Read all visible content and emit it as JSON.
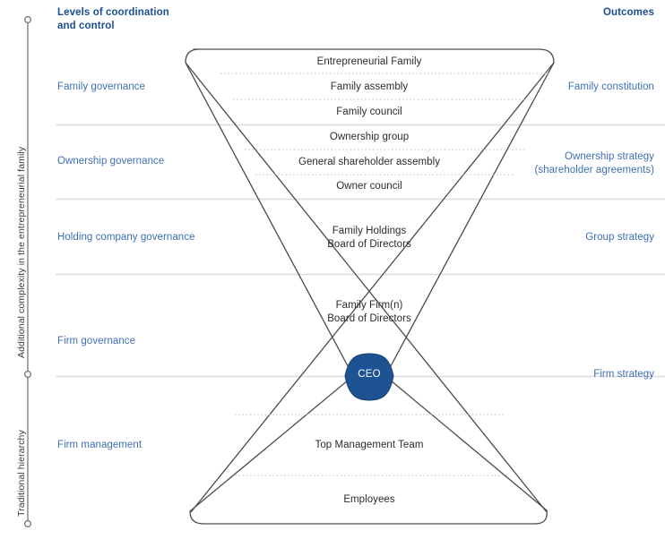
{
  "headers": {
    "left": "Levels of coordination\nand control",
    "left_line1": "Levels of coordination",
    "left_line2": "and control",
    "right": "Outcomes"
  },
  "axis": {
    "upper_label": "Additional complexity in the entrepreneurial family",
    "lower_label": "Traditional hierarchy",
    "marker_count": 3
  },
  "levels": [
    {
      "id": "family-governance",
      "left_label": "Family governance",
      "right_label": "Family constitution",
      "right_label_line2": ""
    },
    {
      "id": "ownership-governance",
      "left_label": "Ownership governance",
      "right_label": "Ownership strategy",
      "right_label_line2": "(shareholder agreements)"
    },
    {
      "id": "holding-company-governance",
      "left_label": "Holding company governance",
      "right_label": "Group strategy",
      "right_label_line2": ""
    },
    {
      "id": "firm-governance",
      "left_label": "Firm governance",
      "right_label": "Firm strategy",
      "right_label_line2": ""
    },
    {
      "id": "firm-management",
      "left_label": "Firm management",
      "right_label": "",
      "right_label_line2": ""
    }
  ],
  "nodes": [
    {
      "id": "entrepreneurial-family",
      "line1": "Entrepreneurial Family",
      "line2": ""
    },
    {
      "id": "family-assembly",
      "line1": "Family assembly",
      "line2": ""
    },
    {
      "id": "family-council",
      "line1": "Family council",
      "line2": ""
    },
    {
      "id": "ownership-group",
      "line1": "Ownership group",
      "line2": ""
    },
    {
      "id": "general-shareholder-assembly",
      "line1": "General shareholder assembly",
      "line2": ""
    },
    {
      "id": "owner-council",
      "line1": "Owner council",
      "line2": ""
    },
    {
      "id": "family-holdings-board",
      "line1": "Family Holdings",
      "line2": "Board of Directors"
    },
    {
      "id": "family-firm-board",
      "line1": "Family Firm(n)",
      "line2": "Board of Directors"
    },
    {
      "id": "ceo",
      "line1": "CEO",
      "line2": ""
    },
    {
      "id": "top-management-team",
      "line1": "Top Management Team",
      "line2": ""
    },
    {
      "id": "employees",
      "line1": "Employees",
      "line2": ""
    }
  ],
  "colors": {
    "header_blue": "#1b4f91",
    "label_blue": "#3d6fb4",
    "ceo_fill": "#1d5293",
    "outline": "#4a4a4a",
    "separator": "#d8d8d8",
    "dotted": "#c9c9c9",
    "node_text": "#2b2b2b"
  }
}
